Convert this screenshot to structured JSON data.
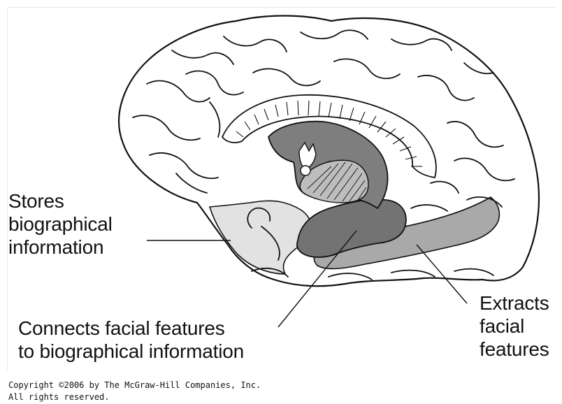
{
  "diagram": {
    "labels": {
      "stores": [
        "Stores",
        "biographical",
        "information"
      ],
      "connects": [
        "Connects facial features",
        "to biographical information"
      ],
      "extracts": [
        "Extracts",
        "facial",
        "features"
      ]
    },
    "copyright": [
      "Copyright ©2006 by The McGraw-Hill Companies, Inc.",
      "All rights reserved."
    ]
  },
  "colors": {
    "outline": "#111111",
    "background": "#ffffff",
    "light_region": "#e2e2e2",
    "mid_region": "#a9a9a9",
    "dark_region": "#737373",
    "thalamus": "#7e7e7e"
  }
}
